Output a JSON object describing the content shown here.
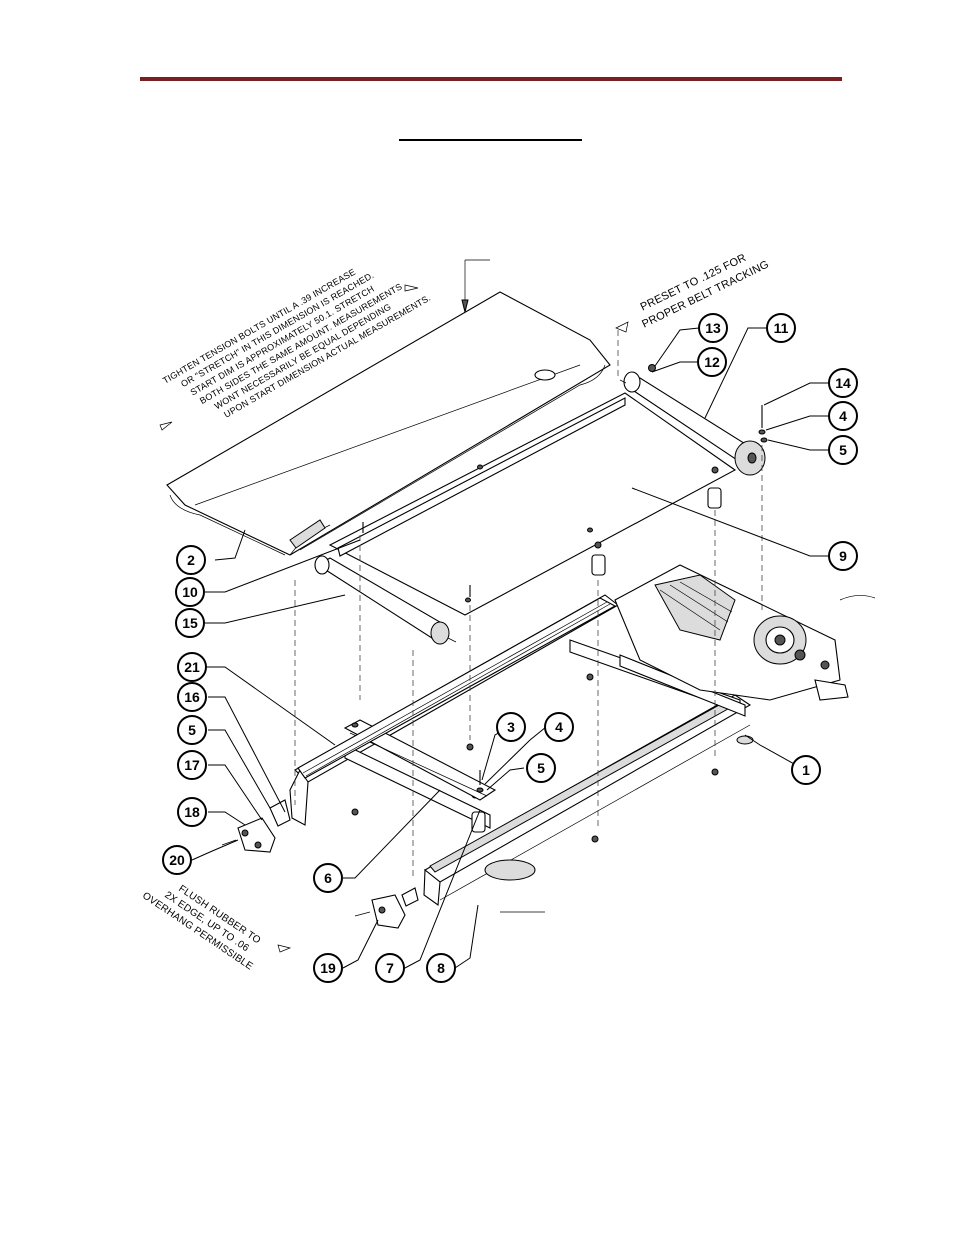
{
  "notes": {
    "tension": {
      "lines": [
        "TIGHTEN TENSION BOLTS UNTIL A .39 INCREASE",
        "OR \"STRETCH\" IN THIS DIMENSION IS REACHED.",
        "START DIM IS APPROXIMATELY 50.1. STRETCH",
        "BOTH SIDES THE SAME AMOUNT. MEASUREMENTS",
        "WONT NECESSARILY BE EQUAL DEPENDING",
        "UPON START DIMENSION ACTUAL MEASUREMENTS."
      ]
    },
    "tracking": {
      "lines": [
        "PRESET TO .125 FOR",
        "PROPER BELT TRACKING"
      ]
    },
    "rubber": {
      "lines": [
        "FLUSH RUBBER TO",
        "2X EDGE, UP TO .06",
        "OVERHANG PERMISSIBLE"
      ]
    }
  },
  "callouts": [
    {
      "label": "1"
    },
    {
      "label": "2"
    },
    {
      "label": "3"
    },
    {
      "label": "4"
    },
    {
      "label": "4"
    },
    {
      "label": "5"
    },
    {
      "label": "5"
    },
    {
      "label": "5"
    },
    {
      "label": "6"
    },
    {
      "label": "7"
    },
    {
      "label": "8"
    },
    {
      "label": "9"
    },
    {
      "label": "10"
    },
    {
      "label": "11"
    },
    {
      "label": "12"
    },
    {
      "label": "13"
    },
    {
      "label": "14"
    },
    {
      "label": "15"
    },
    {
      "label": "16"
    },
    {
      "label": "17"
    },
    {
      "label": "18"
    },
    {
      "label": "19"
    },
    {
      "label": "20"
    },
    {
      "label": "21"
    }
  ],
  "colors": {
    "header_rule": "#7a1f1f",
    "line_art": "#000000"
  }
}
